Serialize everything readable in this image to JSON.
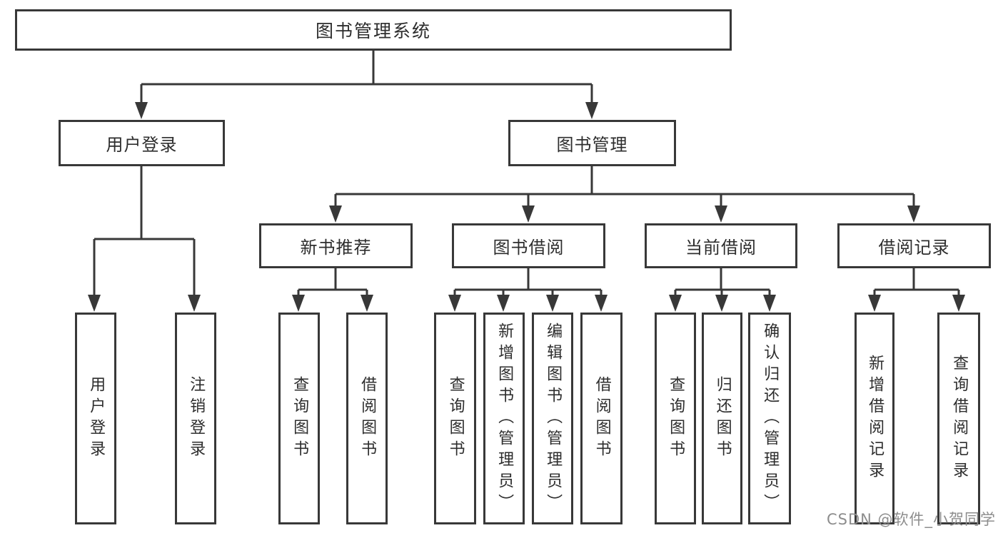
{
  "tree": {
    "root": {
      "label": "图书管理系统",
      "children": [
        {
          "label": "用户登录",
          "children": [
            {
              "label": "用户登录"
            },
            {
              "label": "注销登录"
            }
          ]
        },
        {
          "label": "图书管理",
          "children": [
            {
              "label": "新书推荐",
              "children": [
                {
                  "label": "查询图书"
                },
                {
                  "label": "借阅图书"
                }
              ]
            },
            {
              "label": "图书借阅",
              "children": [
                {
                  "label": "查询图书"
                },
                {
                  "label": "新增图书（管理员）"
                },
                {
                  "label": "编辑图书（管理员）"
                },
                {
                  "label": "借阅图书"
                }
              ]
            },
            {
              "label": "当前借阅",
              "children": [
                {
                  "label": "查询图书"
                },
                {
                  "label": "归还图书"
                },
                {
                  "label": "确认归还（管理员）"
                }
              ]
            },
            {
              "label": "借阅记录",
              "children": [
                {
                  "label": "新增借阅记录"
                },
                {
                  "label": "查询借阅记录"
                }
              ]
            }
          ]
        }
      ]
    }
  },
  "watermark": {
    "text": "CSDN @软件_小贺同学"
  },
  "colors": {
    "line": "#383838",
    "box_border": "#383838",
    "text": "#2d2d2d",
    "background": "#ffffff",
    "watermark": "#8d8d8d"
  }
}
